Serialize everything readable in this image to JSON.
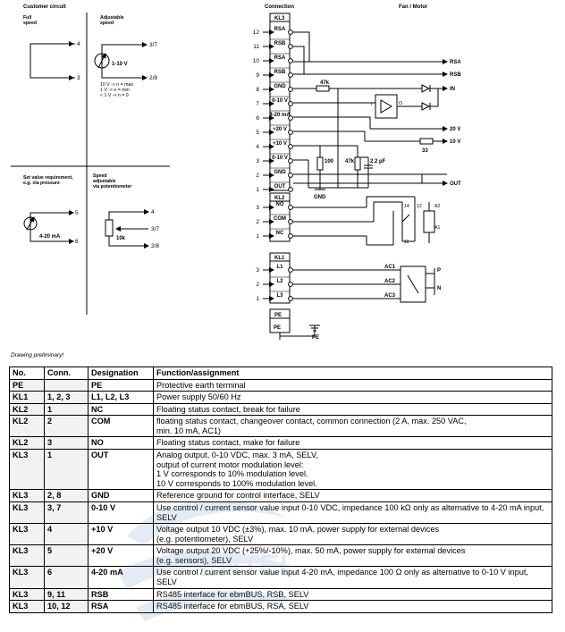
{
  "diagram": {
    "customer_circuit_title": "Customer circuit",
    "connection_title": "Connection",
    "fan_motor_title": "Fan / Motor",
    "full_speed": [
      "Full",
      "speed"
    ],
    "adjustable_speed": [
      "Adjustable",
      "speed"
    ],
    "pot_value": "1-10 V",
    "speed_notes": [
      "10 V -> n = max",
      "1 V -> n = min",
      "< 1 V -> n = 0"
    ],
    "setpoint_label": [
      "Set value requirement,",
      "e.g. via pressure"
    ],
    "speed_pot_label": [
      "Speed",
      "adjustable",
      "via potentiometer"
    ],
    "current_label": "4-20 mA",
    "pot_10k": "10k",
    "cust_pins": [
      "4",
      "3",
      "3/7",
      "2/8",
      "5",
      "6",
      "4",
      "3/7",
      "2/8"
    ],
    "kl3_header": "KL3",
    "kl3_pins": [
      {
        "num": "12",
        "label": "RSA"
      },
      {
        "num": "11",
        "label": "RSB"
      },
      {
        "num": "10",
        "label": "RSA"
      },
      {
        "num": "9",
        "label": "RSB"
      },
      {
        "num": "8",
        "label": "GND"
      },
      {
        "num": "7",
        "label": "0-10 V"
      },
      {
        "num": "6",
        "label": "4-20 mA"
      },
      {
        "num": "5",
        "label": "+20 V"
      },
      {
        "num": "4",
        "label": "+10 V"
      },
      {
        "num": "3",
        "label": "0-10 V"
      },
      {
        "num": "2",
        "label": "GND"
      },
      {
        "num": "1",
        "label": "OUT"
      }
    ],
    "kl2_header": "KL2",
    "kl2_pins": [
      {
        "num": "3",
        "label": "NO"
      },
      {
        "num": "2",
        "label": "COM"
      },
      {
        "num": "1",
        "label": "NC"
      }
    ],
    "kl1_header": "KL1",
    "kl1_pins": [
      {
        "num": "3",
        "label": "L1"
      },
      {
        "num": "2",
        "label": "L2"
      },
      {
        "num": "1",
        "label": "L3"
      }
    ],
    "pe_header": "PE",
    "pe_pin": "PE",
    "pe_earth": "PE",
    "fan_signals": {
      "rsa": "RSA",
      "rsb": "RSB",
      "in": "IN",
      "v20": "20 V",
      "v10": "10 V",
      "out": "OUT"
    },
    "components": {
      "r47k_top": "47k",
      "r100": "100",
      "r47k": "47k",
      "cap": "2.2 µF",
      "r33": "33",
      "gnd": "GND",
      "opto_i": "I",
      "opto_o": "O"
    },
    "relay_pins": [
      "14",
      "12",
      "11",
      "A2",
      "A1"
    ],
    "ac_labels": [
      "AC1",
      "AC2",
      "AC3"
    ],
    "ac_side": [
      "P",
      "N"
    ]
  },
  "note": "Drawing preliminary!",
  "table": {
    "headers": [
      "No.",
      "Conn.",
      "Designation",
      "Function/assignment"
    ],
    "rows": [
      {
        "no": "PE",
        "conn": "",
        "desig": "PE",
        "func": [
          "Protective earth terminal"
        ]
      },
      {
        "no": "KL1",
        "conn": "1, 2, 3",
        "desig": "L1, L2, L3",
        "func": [
          "Power supply 50/60 Hz"
        ]
      },
      {
        "no": "KL2",
        "conn": "1",
        "desig": "NC",
        "func": [
          "Floating status contact, break for failure"
        ]
      },
      {
        "no": "KL2",
        "conn": "2",
        "desig": "COM",
        "func": [
          "floating status contact, changeover contact, common connection (2 A, max. 250 VAC,",
          "min. 10 mA, AC1)"
        ]
      },
      {
        "no": "KL2",
        "conn": "3",
        "desig": "NO",
        "func": [
          "Floating status contact, make for failure"
        ]
      },
      {
        "no": "KL3",
        "conn": "1",
        "desig": "OUT",
        "func": [
          "Analog output, 0-10 VDC, max. 3 mA, SELV,",
          "output of current motor modulation level:",
          "1 V corresponds to 10% modulation level.",
          "10 V corresponds to 100% modulation level."
        ]
      },
      {
        "no": "KL3",
        "conn": "2, 8",
        "desig": "GND",
        "func": [
          "Reference ground for control interface, SELV"
        ]
      },
      {
        "no": "KL3",
        "conn": "3, 7",
        "desig": "0-10 V",
        "func": [
          "Use control / current sensor value input 0-10 VDC, impedance 100 kΩ only as alternative to 4-20 mA input,",
          "SELV"
        ]
      },
      {
        "no": "KL3",
        "conn": "4",
        "desig": "+10 V",
        "func": [
          "Voltage output 10 VDC (±3%), max. 10 mA, power supply for external devices",
          "(e.g. potentiometer), SELV"
        ]
      },
      {
        "no": "KL3",
        "conn": "5",
        "desig": "+20 V",
        "func": [
          "Voltage output 20 VDC (+25%/-10%), max. 50 mA, power supply for external devices",
          "(e.g. sensors), SELV"
        ]
      },
      {
        "no": "KL3",
        "conn": "6",
        "desig": "4-20 mA",
        "func": [
          "Use control / current sensor value input 4-20 mA, impedance 100 Ω only as alternative to 0-10 V input, SELV"
        ]
      },
      {
        "no": "KL3",
        "conn": "9, 11",
        "desig": "RSB",
        "func": [
          "RS485 interface for ebmBUS, RSB, SELV"
        ]
      },
      {
        "no": "KL3",
        "conn": "10, 12",
        "desig": "RSA",
        "func": [
          "RS485 interface for ebmBUS, RSA, SELV"
        ]
      }
    ]
  },
  "watermark": "ENTEL"
}
